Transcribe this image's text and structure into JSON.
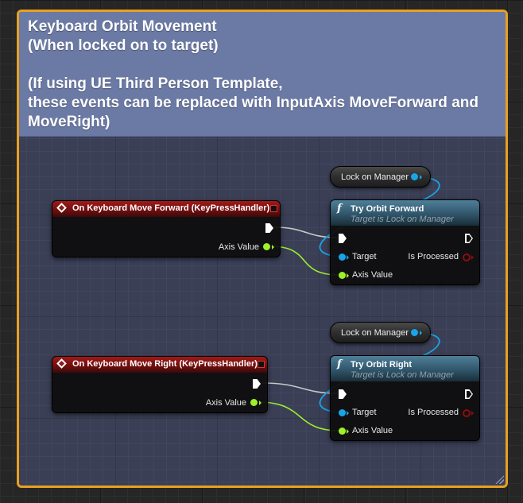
{
  "comment": {
    "text": "Keyboard Orbit Movement\n(When locked on to target)\n\n(If using UE Third Person Template,\nthese events can be replaced with InputAxis MoveForward and\nMoveRight)",
    "border_color": "#e8a020",
    "header_color": "#6b7aa5"
  },
  "nodes": {
    "event_forward": {
      "title": "On Keyboard Move Forward (KeyPressHandler)",
      "output_label": "Axis Value"
    },
    "event_right": {
      "title": "On Keyboard Move Right (KeyPressHandler)",
      "output_label": "Axis Value"
    },
    "func_forward": {
      "title": "Try Orbit Forward",
      "subtitle": "Target is Lock on Manager",
      "target_label": "Target",
      "axis_label": "Axis Value",
      "return_label": "Is Processed"
    },
    "func_right": {
      "title": "Try Orbit Right",
      "subtitle": "Target is Lock on Manager",
      "target_label": "Target",
      "axis_label": "Axis Value",
      "return_label": "Is Processed"
    },
    "var_top": {
      "label": "Lock on Manager"
    },
    "var_bottom": {
      "label": "Lock on Manager"
    }
  },
  "colors": {
    "exec_wire": "#c8c8c8",
    "float_wire": "#9ef02a",
    "object_wire": "#1aa4e8",
    "event_header": "#a01a1a",
    "function_header": "#4f7f99"
  },
  "icons": [
    "event-diamond-icon",
    "delegate-square-icon",
    "function-f-icon",
    "exec-pin-icon",
    "data-pin-icon",
    "resize-grip-icon"
  ]
}
